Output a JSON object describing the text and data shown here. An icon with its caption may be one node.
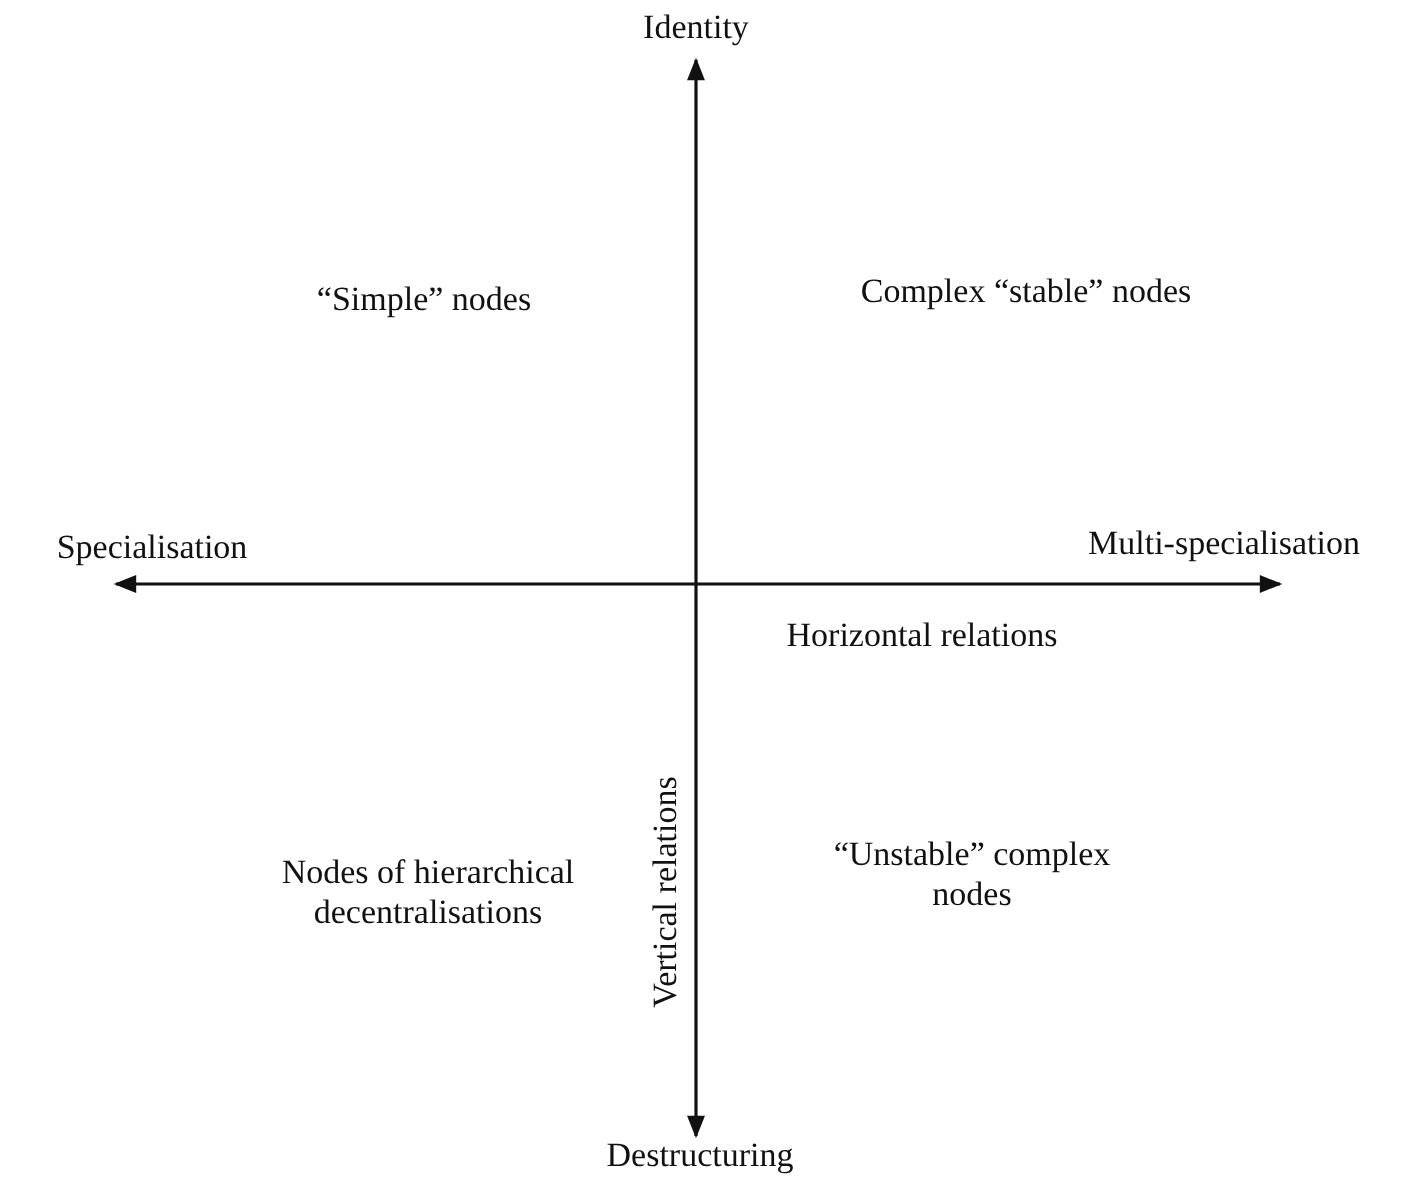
{
  "diagram": {
    "labels": [
      "Identity",
      "“Simple” nodes",
      "Complex “stable” nodes",
      "Specialisation",
      "Multi-specialisation",
      "Horizontal relations",
      "Nodes of hierarchical decentralisations",
      "Vertical relations",
      "“Unstable” complex nodes",
      "Destructuring"
    ]
  }
}
